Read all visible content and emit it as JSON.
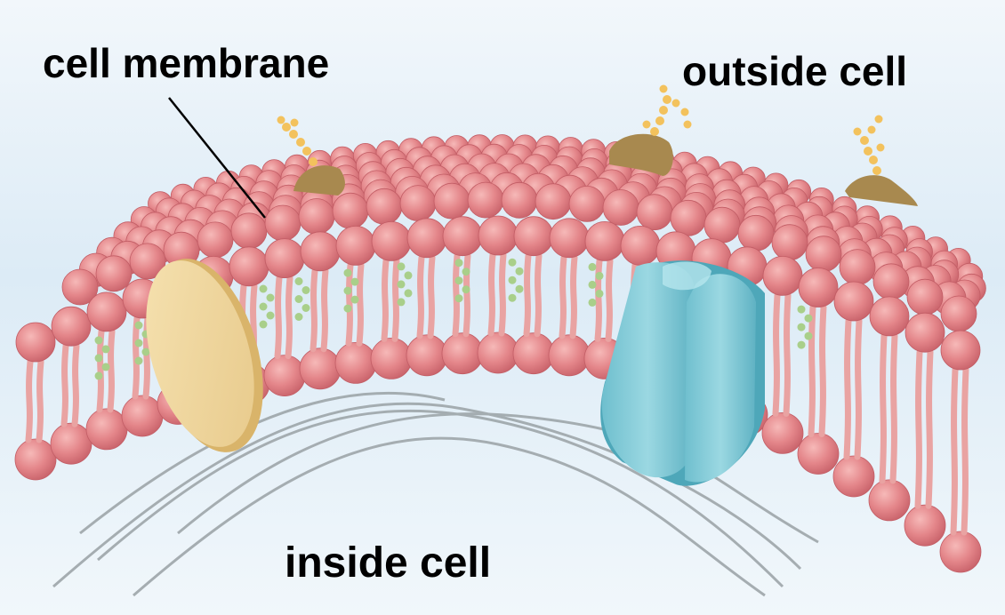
{
  "labels": {
    "cell_membrane": "cell membrane",
    "outside_cell": "outside cell",
    "inside_cell": "inside cell"
  },
  "colors": {
    "background_top": "#dcebf6",
    "background_bottom": "#f4f9fc",
    "phospholipid_head": "#e4868a",
    "phospholipid_tail": "#e9a3a2",
    "cholesterol": "#a9cf8a",
    "glycoprotein": "#a8894f",
    "carbohydrate_chain": "#f3c25d",
    "channel_protein": "#86cdd9",
    "peripheral_protein": "#f1d9a1",
    "cytoskeleton_fibers": "#9ea6aa",
    "leader_line": "#000000"
  }
}
